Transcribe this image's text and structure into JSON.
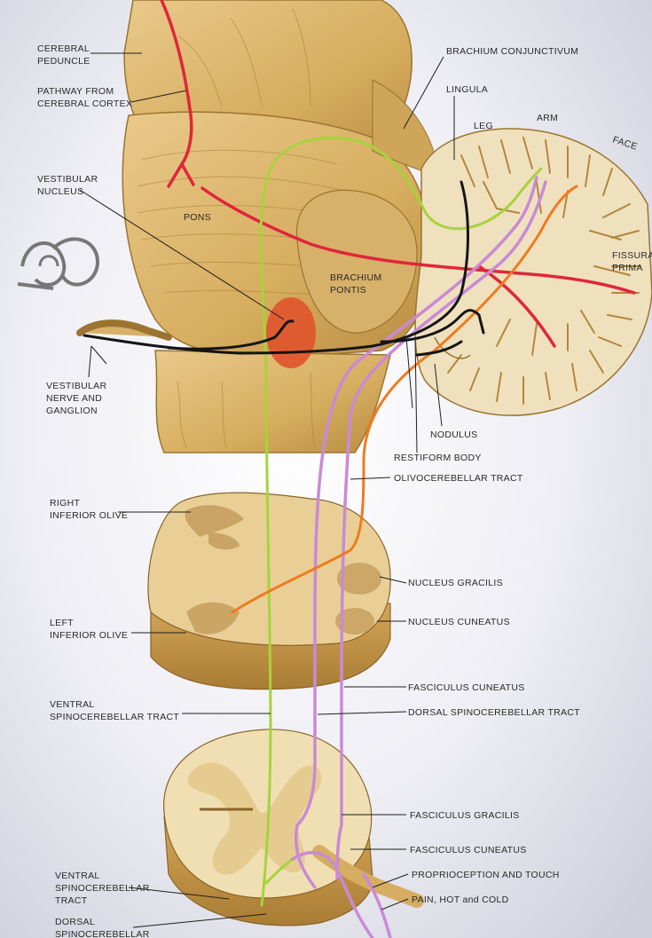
{
  "labels": {
    "cerebral_peduncle": [
      "CEREBRAL",
      "PEDUNCLE"
    ],
    "pathway_from_cortex": [
      "PATHWAY FROM",
      "CEREBRAL CORTEX"
    ],
    "vestibular_nucleus": [
      "VESTIBULAR",
      "NUCLEUS"
    ],
    "pons": "PONS",
    "brachium_conjunctivum": "BRACHIUM CONJUNCTIVUM",
    "lingula": "LINGULA",
    "leg": "LEG",
    "arm": "ARM",
    "face": "FACE",
    "fissura_prima": [
      "FISSURA",
      "PRIMA"
    ],
    "brachium_pontis": [
      "BRACHIUM",
      "PONTIS"
    ],
    "vestibular_nerve": [
      "VESTIBULAR",
      "NERVE AND",
      "GANGLION"
    ],
    "nodulus": "NODULUS",
    "restiform_body": "RESTIFORM BODY",
    "olivocerebellar_tract": "OLIVOCEREBELLAR TRACT",
    "right_inferior_olive": [
      "RIGHT",
      "INFERIOR OLIVE"
    ],
    "nucleus_gracilis": "NUCLEUS GRACILIS",
    "nucleus_cuneatus": "NUCLEUS CUNEATUS",
    "left_inferior_olive": [
      "LEFT",
      "INFERIOR OLIVE"
    ],
    "fasciculus_cuneatus_1": "FASCICULUS CUNEATUS",
    "ventral_spinocerebellar_1": [
      "VENTRAL",
      "SPINOCEREBELLAR TRACT"
    ],
    "dorsal_spinocerebellar_1": "DORSAL SPINOCEREBELLAR TRACT",
    "fasciculus_gracilis": "FASCICULUS GRACILIS",
    "fasciculus_cuneatus_2": "FASCICULUS CUNEATUS",
    "proprioception": "PROPRIOCEPTION AND TOUCH",
    "pain": "PAIN, HOT and COLD",
    "ventral_spinocerebellar_2": [
      "VENTRAL",
      "SPINOCEREBELLAR",
      "TRACT"
    ],
    "dorsal_spinocerebellar_2": [
      "DORSAL",
      "SPINOCEREBELLAR"
    ]
  },
  "colors": {
    "background": "#e6e5ef",
    "tissue": "#dcb56a",
    "tissue_dark": "#b58a3e",
    "gray_matter": "#efe3c2",
    "red_tract": "#e0263a",
    "green_tract": "#a6d33c",
    "violet_tract": "#c98ad6",
    "orange_tract": "#f07a20",
    "black_tract": "#151515",
    "nucleus": "#e0532c"
  }
}
